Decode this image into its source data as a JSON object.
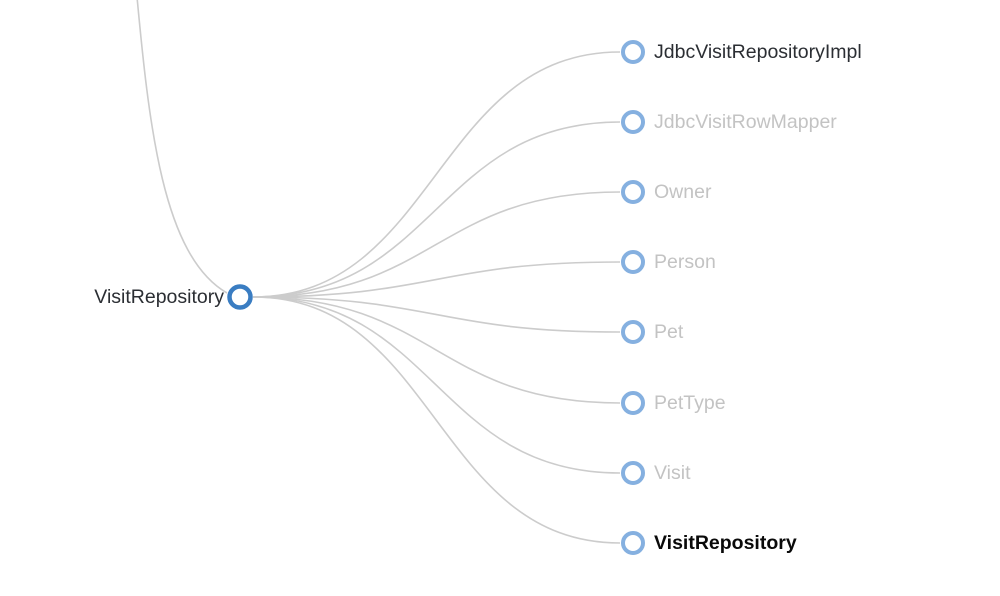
{
  "diagram": {
    "type": "tree",
    "background_color": "#ffffff",
    "link_color": "#cccccc",
    "parent_ring_color": "#3a7dc2",
    "child_ring_color": "#85b0e0",
    "text_dark_color": "#2b2e33",
    "text_muted_color": "#c3c3c3",
    "text_bold_color": "#0a0a0a",
    "parent_node": {
      "label": "VisitRepository",
      "emphasis": "dark"
    },
    "children": [
      {
        "label": "JdbcVisitRepositoryImpl",
        "emphasis": "dark"
      },
      {
        "label": "JdbcVisitRowMapper",
        "emphasis": "muted"
      },
      {
        "label": "Owner",
        "emphasis": "muted"
      },
      {
        "label": "Person",
        "emphasis": "muted"
      },
      {
        "label": "Pet",
        "emphasis": "muted"
      },
      {
        "label": "PetType",
        "emphasis": "muted"
      },
      {
        "label": "Visit",
        "emphasis": "muted"
      },
      {
        "label": "VisitRepository",
        "emphasis": "bold"
      }
    ]
  }
}
